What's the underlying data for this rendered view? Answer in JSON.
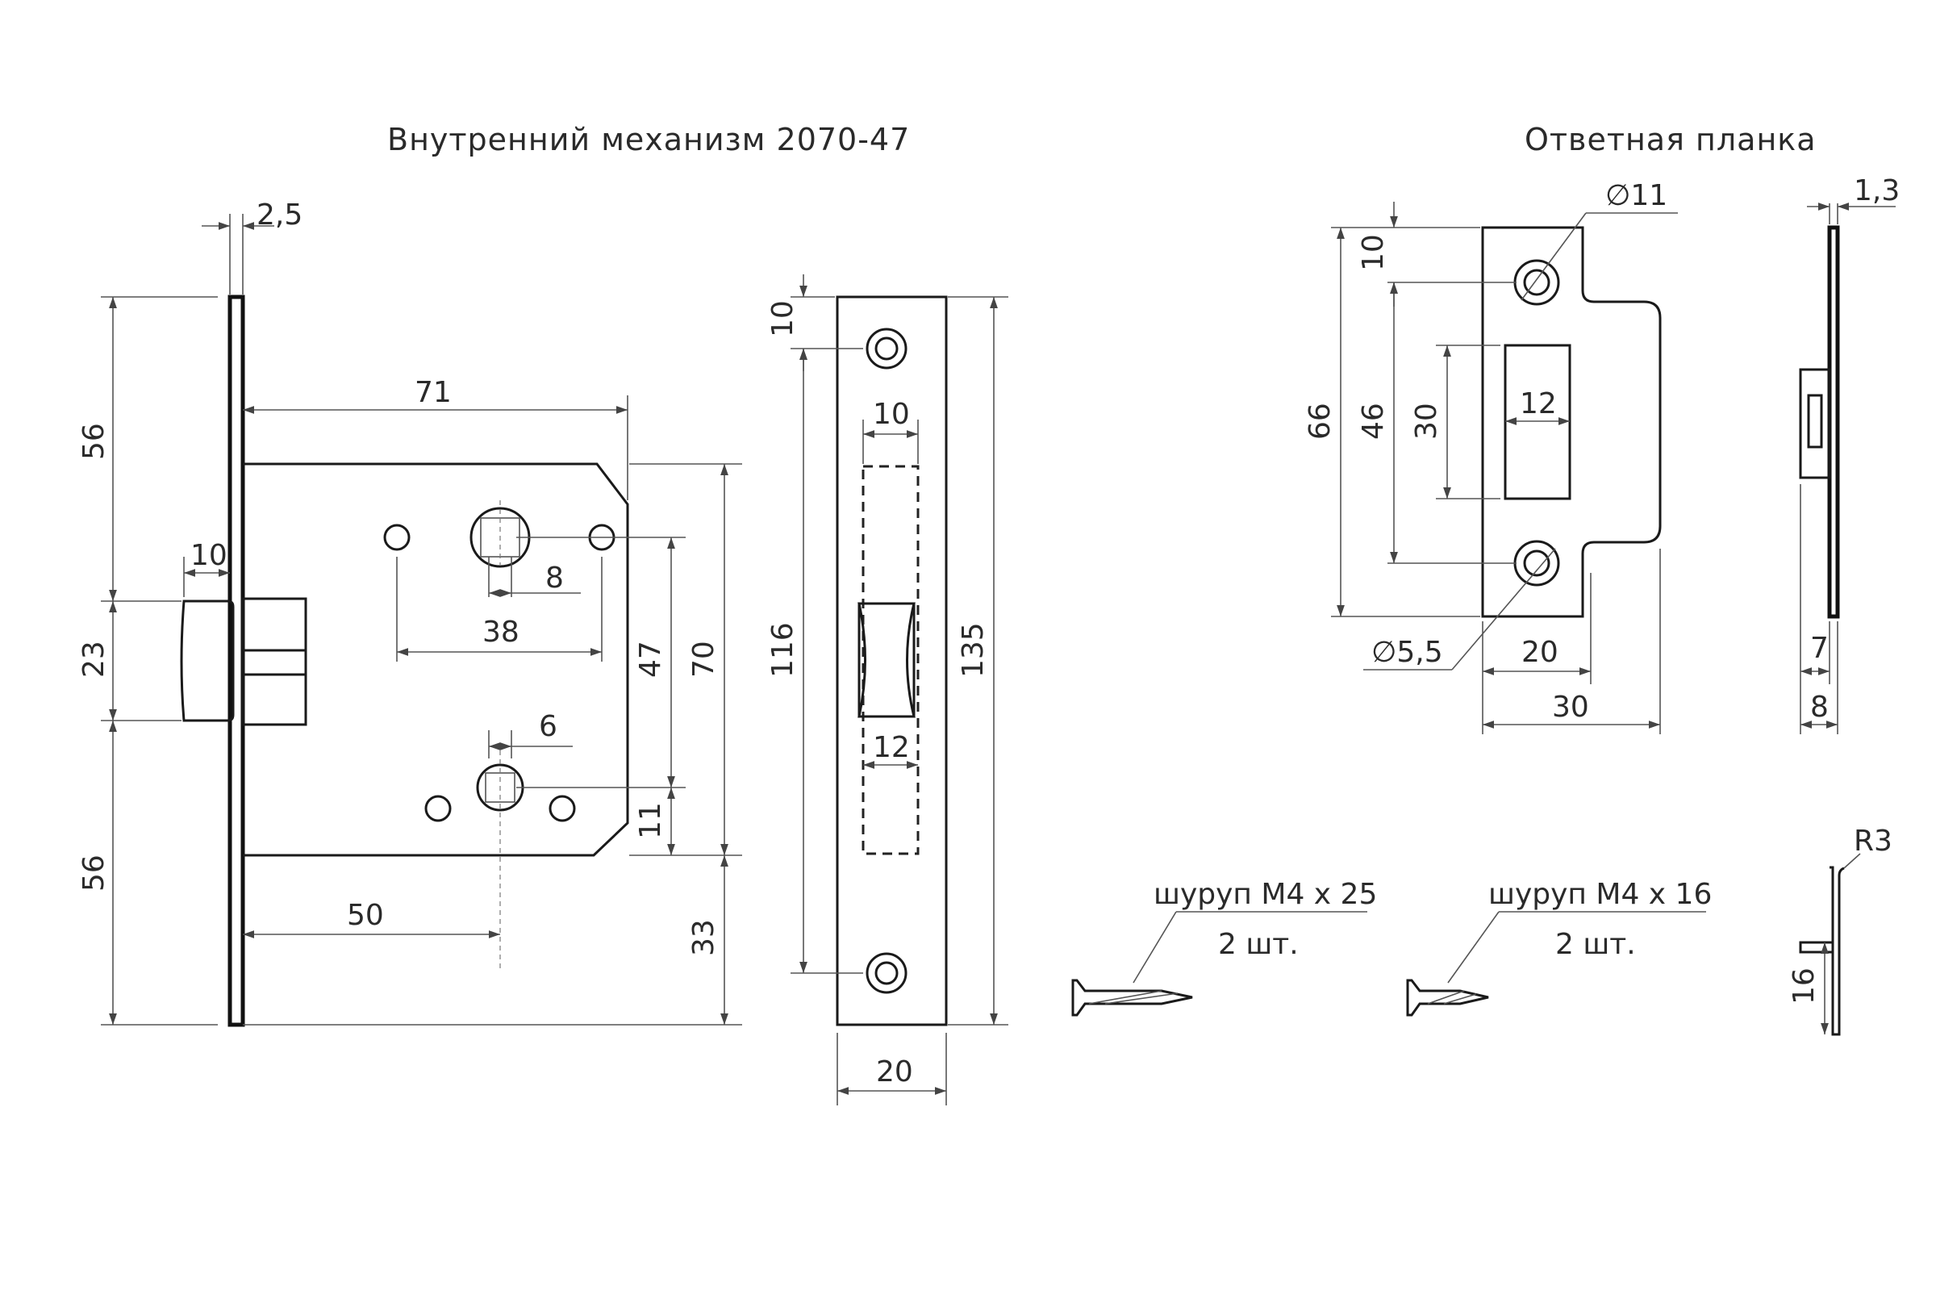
{
  "titles": {
    "mechanism": "Внутренний механизм 2070-47",
    "strike_plate": "Ответная планка"
  },
  "mechanism_dims": {
    "d2_5": "2,5",
    "d71": "71",
    "d56_top": "56",
    "d10": "10",
    "d23": "23",
    "d56_bottom": "56",
    "d8": "8",
    "d38": "38",
    "d47": "47",
    "d70": "70",
    "d6": "6",
    "d11": "11",
    "d50": "50",
    "d33": "33"
  },
  "faceplate_dims": {
    "d10_top": "10",
    "d10_latch": "10",
    "d116": "116",
    "d135": "135",
    "d12": "12",
    "d20": "20"
  },
  "strike_dims": {
    "phi11": "∅11",
    "d10": "10",
    "d66": "66",
    "d46": "46",
    "d30_h": "30",
    "d12": "12",
    "phi5_5": "∅5,5",
    "d20": "20",
    "d30_w": "30",
    "d1_3": "1,3",
    "d7": "7",
    "d8": "8",
    "r3": "R3",
    "d16": "16"
  },
  "screws": [
    {
      "name": "шуруп М4 х 25",
      "qty": "2 шт."
    },
    {
      "name": "шуруп М4 х 16",
      "qty": "2 шт."
    }
  ]
}
